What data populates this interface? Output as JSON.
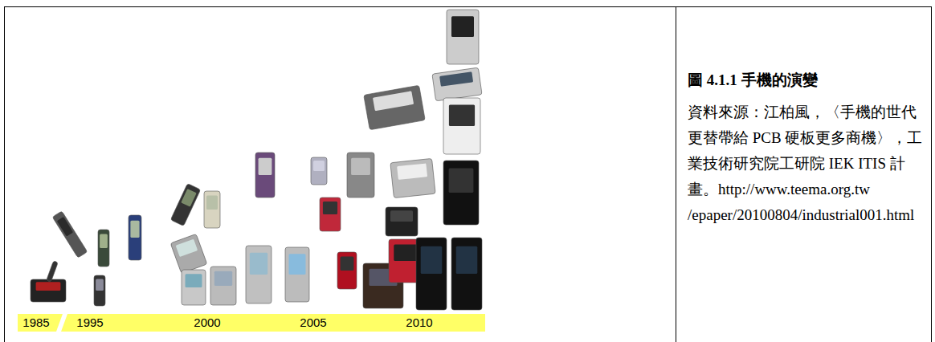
{
  "diagram": {
    "title": "圖 4.1.1 手機的演變",
    "caption": "資料來源：江柏風，〈手機的世代更替帶給 PCB 硬板更多商機〉，工業技術研究院工研院 IEK ITIS 計畫。http://www.teema.org.tw /epaper/20100804/industrial001.html",
    "labels": [
      "1985",
      "1995",
      "2000",
      "2005",
      "2010"
    ]
  }
}
